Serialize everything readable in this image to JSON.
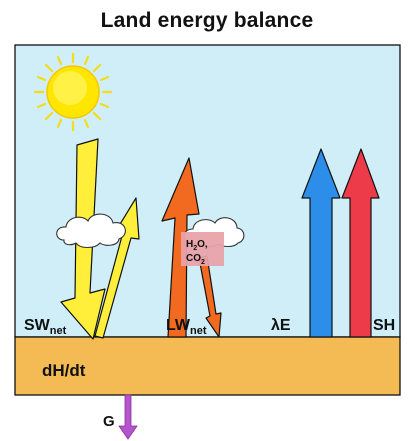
{
  "title": "Land energy balance",
  "labels": {
    "sw": {
      "main": "SW",
      "sub": "net"
    },
    "lw": {
      "main": "LW",
      "sub": "net"
    },
    "latent": "λE",
    "sensible": "SH",
    "storage": "dH/dt",
    "ground": "G",
    "absorbers": {
      "h2o": "H",
      "h2o_sub": "2",
      "h2o_tail": "O,",
      "co2": "CO",
      "co2_sub": "2"
    }
  },
  "colors": {
    "sky": "#cfeef7",
    "ground": "#f4bb55",
    "sun": "#fff23a",
    "sun_core": "#ffe600",
    "sw_arrow": "#ffef3a",
    "lw_arrow": "#f26a1f",
    "latent_arrow": "#2c8ee8",
    "sensible_arrow": "#ee3b4a",
    "ground_arrow": "#b455cc",
    "absorber_box": "#e8a2aa",
    "cloud": "#ffffff"
  },
  "icons": [
    "sun-icon",
    "cloud-icon"
  ]
}
